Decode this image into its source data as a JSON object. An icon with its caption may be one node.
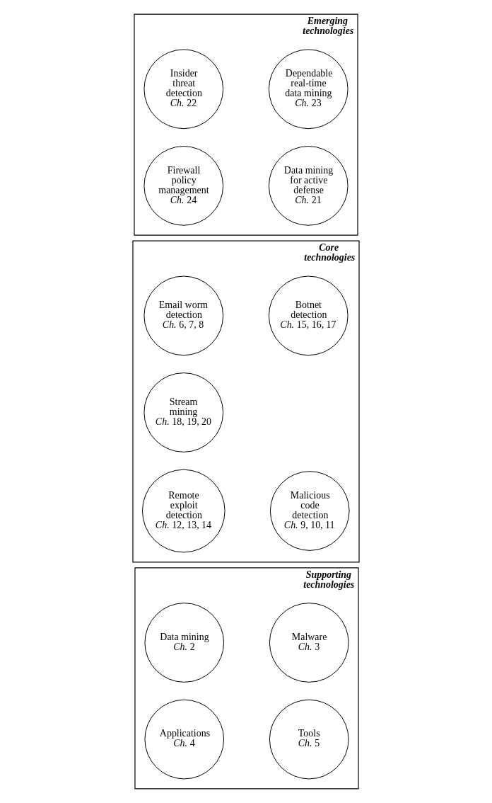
{
  "diagram": {
    "nodes": [
      {
        "text": [
          "Emerging technologies"
        ]
      },
      {
        "text": [
          "Insider threat detection",
          "*Ch.* 22"
        ],
        "in": 0
      },
      {
        "text": [
          "Dependable real-time data mining",
          "*Ch.* 23"
        ],
        "in": 0
      },
      {
        "text": [
          "Firewall policy management",
          "*Ch.* 24"
        ],
        "in": 0
      },
      {
        "text": [
          "Data mining for active defense",
          "*Ch.* 21"
        ],
        "in": 0
      },
      {
        "text": [
          "Core technologies"
        ]
      },
      {
        "text": [
          "Email worm detection",
          "*Ch.* 6, 7, 8"
        ],
        "in": 5
      },
      {
        "text": [
          "Botnet detection",
          "*Ch.* 15, 16, 17"
        ],
        "in": 5
      },
      {
        "text": [
          "Stream mining",
          "*Ch.* 18, 19, 20"
        ],
        "in": 5
      },
      {
        "text": [
          "Remote exploit detection",
          "*Ch.* 12, 13, 14"
        ],
        "in": 5
      },
      {
        "text": [
          "Malicious code detection",
          "*Ch.* 9, 10, 11"
        ],
        "in": 5
      },
      {
        "text": [
          "Supporting technologies"
        ]
      },
      {
        "text": [
          "Data mining",
          "*Ch.* 2"
        ],
        "in": 11
      },
      {
        "text": [
          "Malware",
          "*Ch.* 3"
        ],
        "in": 11
      },
      {
        "text": [
          "Applications",
          "*Ch.* 4"
        ],
        "in": 11
      },
      {
        "text": [
          "Tools",
          "*Ch.* 5"
        ],
        "in": 11
      }
    ],
    "edges": []
  }
}
